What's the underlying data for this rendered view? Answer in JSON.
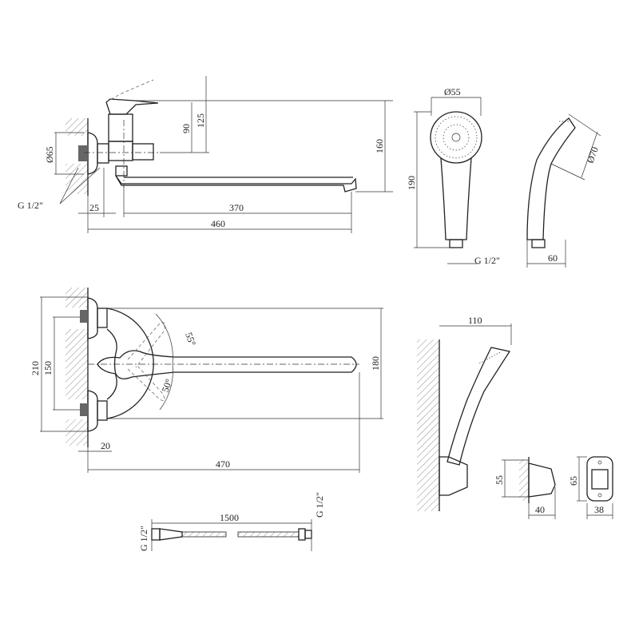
{
  "side_view": {
    "d_flange": "Ø65",
    "thread": "G 1/2\"",
    "offset": "25",
    "spout_reach": "370",
    "total_length": "460",
    "h_lever": "90",
    "h_lever_max": "125",
    "h_total": "160"
  },
  "shower_head": {
    "d_head": "Ø55",
    "length": "190",
    "thread": "G 1/2\"",
    "depth": "60",
    "d_side": "Ø70"
  },
  "top_view": {
    "height_outer": "210",
    "spacing": "150",
    "height_body": "180",
    "angle_up": "55°",
    "angle_down": "50°",
    "offset": "20",
    "total_length": "470"
  },
  "holder": {
    "reach": "110",
    "height": "55",
    "depth": "40",
    "plate_height": "65",
    "plate_width": "38"
  },
  "hose": {
    "thread_left": "G 1/2\"",
    "length": "1500",
    "thread_right": "G 1/2\""
  }
}
